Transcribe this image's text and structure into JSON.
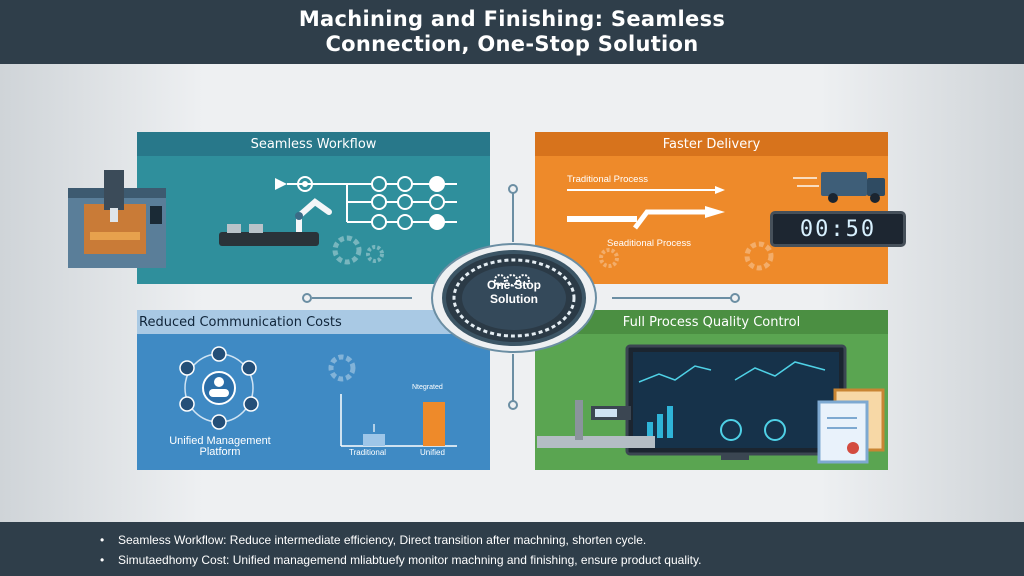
{
  "header": {
    "title_line1": "Machining and Finishing: Seamless",
    "title_line2": "Connection, One-Stop Solution"
  },
  "panels": {
    "seamless_workflow": {
      "title": "Seamless Workflow"
    },
    "faster_delivery": {
      "title": "Faster Delivery",
      "traditional_label": "Traditional Process",
      "seaditional_label": "Seaditional Process",
      "timer": "00:50"
    },
    "reduced_costs": {
      "title": "Reduced Communication Costs",
      "platform_label": "Unified Management Platform",
      "bar_labels": [
        "Traditional",
        "Unified"
      ],
      "bar_top_label": "Ntegrated"
    },
    "quality_control": {
      "title": "Full Process Quality Control"
    }
  },
  "hub": {
    "label": "One-Stop Solution"
  },
  "footer": {
    "bullets": [
      "Seamless Workflow: Reduce intermediate efficiency, Direct transition after machning, shorten cycle.",
      "Simutaedhomy Cost: Unified managemend mliabtuefy monitor machning and finishing, ensure product quality."
    ]
  },
  "colors": {
    "header_bg": "#2f3e4a",
    "teal": "#2f8f9c",
    "orange": "#ee8a2a",
    "blue": "#3f8ac4",
    "green": "#5aa551"
  },
  "icons": [
    "gear-icon",
    "truck-icon",
    "people-icon",
    "monitor-icon",
    "caliper-icon",
    "certificate-icon",
    "robot-arm-icon",
    "cnc-machine-icon"
  ]
}
